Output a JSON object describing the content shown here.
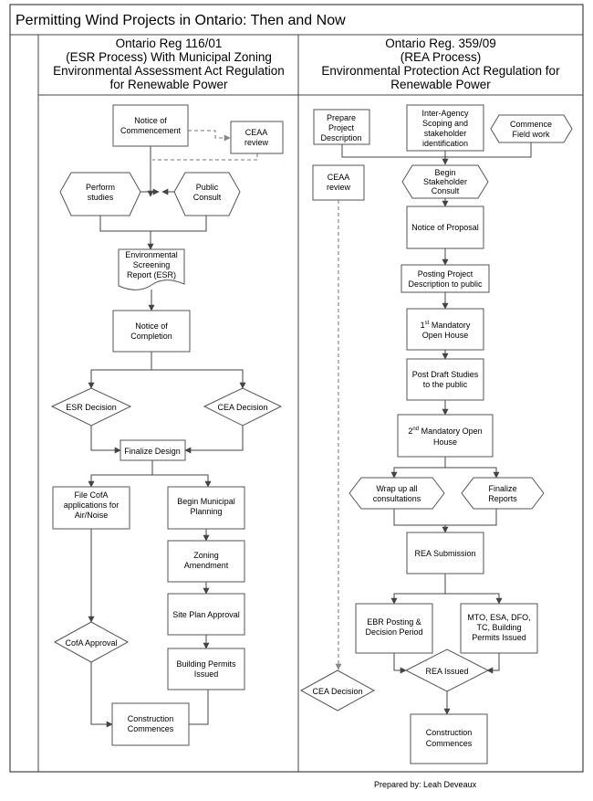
{
  "title": "Permitting Wind Projects in Ontario: Then and Now",
  "left_header": [
    "Ontario Reg 116/01",
    "(ESR Process) With Municipal Zoning",
    "Environmental Assessment Act Regulation",
    "for Renewable Power"
  ],
  "right_header": [
    "Ontario Reg. 359/09",
    "(REA Process)",
    "Environmental Protection Act Regulation  for",
    "Renewable Power"
  ],
  "left_nodes": {
    "notice_commencement": [
      "Notice of",
      "Commencement"
    ],
    "ceaa_review": [
      "CEAA",
      "review"
    ],
    "perform_studies": [
      "Perform",
      "studies"
    ],
    "public_consult": [
      "Public",
      "Consult"
    ],
    "esr_report": [
      "Environmental",
      "Screening",
      "Report (ESR)"
    ],
    "notice_completion": [
      "Notice of",
      "Completion"
    ],
    "esr_decision": [
      "ESR Decision"
    ],
    "cea_decision": [
      "CEA Decision"
    ],
    "finalize_design": [
      "Finalize Design"
    ],
    "file_cofa": [
      "File CofA",
      "applications for",
      "Air/Noise"
    ],
    "begin_municipal": [
      "Begin Municipal",
      "Planning"
    ],
    "zoning_amendment": [
      "Zoning",
      "Amendment"
    ],
    "site_plan": [
      "Site Plan Approval"
    ],
    "cofa_approval": [
      "CofA Approval"
    ],
    "building_permits": [
      "Building Permits",
      "Issued"
    ],
    "construction": [
      "Construction",
      "Commences"
    ]
  },
  "right_nodes": {
    "prepare_project": [
      "Prepare",
      "Project",
      "Description"
    ],
    "inter_agency": [
      "Inter-Agency",
      "Scoping and",
      "stakeholder",
      "identification"
    ],
    "commence_field": [
      "Commence",
      "Field work"
    ],
    "ceaa_review": [
      "CEAA",
      "review"
    ],
    "begin_stakeholder": [
      "Begin",
      "Stakeholder",
      "Consult"
    ],
    "notice_proposal": [
      "Notice of Proposal"
    ],
    "posting_project": [
      "Posting Project",
      "Description to public"
    ],
    "open_house_1": {
      "num": "1",
      "sup": "st",
      "line1": " Mandatory",
      "line2": "Open House"
    },
    "post_draft": [
      "Post Draft Studies",
      "to the public"
    ],
    "open_house_2": {
      "num": "2",
      "sup": "nd",
      "line1": " Mandatory Open",
      "line2": "House"
    },
    "wrap_up": [
      "Wrap up all",
      "consultations"
    ],
    "finalize_reports": [
      "Finalize",
      "Reports"
    ],
    "rea_submission": [
      "REA Submission"
    ],
    "ebr_posting": [
      "EBR Posting &",
      "Decision Period"
    ],
    "mto_esa": [
      "MTO, ESA, DFO,",
      "TC, Building",
      "Permits Issued"
    ],
    "rea_issued": [
      "REA Issued"
    ],
    "cea_decision": [
      "CEA Decision"
    ],
    "construction": [
      "Construction",
      "Commences"
    ]
  },
  "footer": "Prepared by: Leah Deveaux"
}
